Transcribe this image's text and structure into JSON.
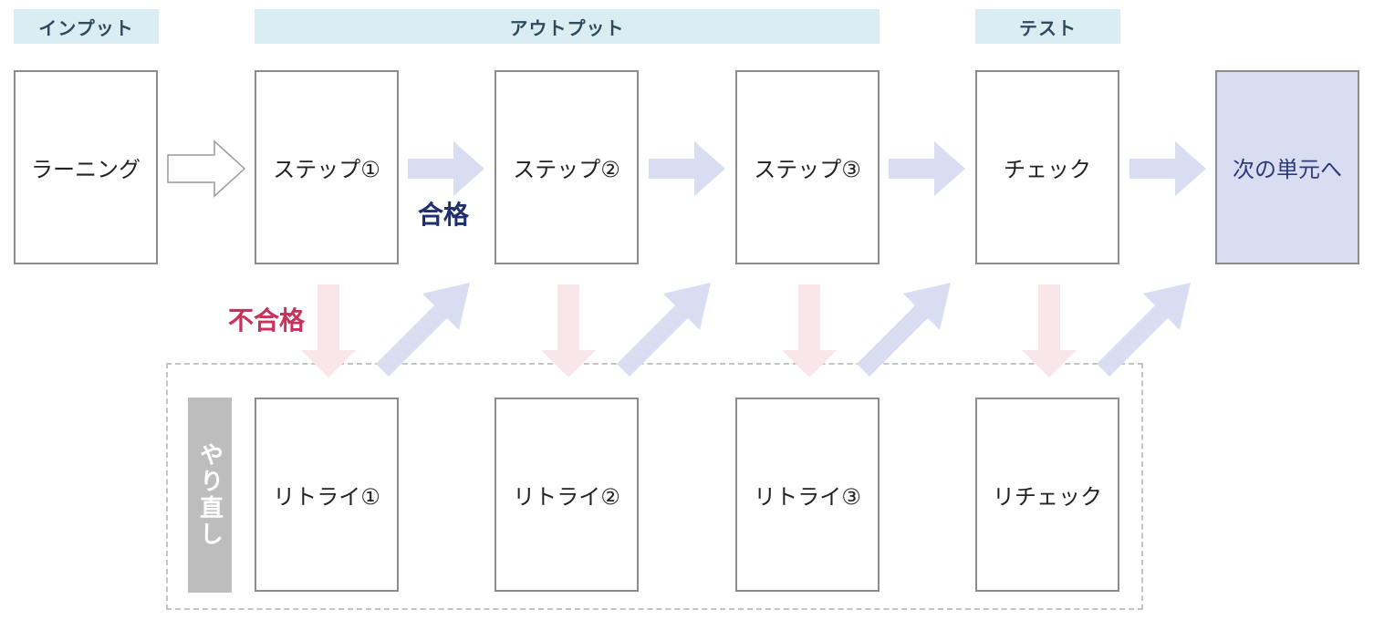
{
  "headers": {
    "input": "インプット",
    "output": "アウトプット",
    "test": "テスト"
  },
  "boxes": {
    "learning": "ラーニング",
    "step1": "ステップ①",
    "step2": "ステップ②",
    "step3": "ステップ③",
    "check": "チェック",
    "next": "次の単元へ",
    "retry1": "リトライ①",
    "retry2": "リトライ②",
    "retry3": "リトライ③",
    "recheck": "リチェック"
  },
  "labels": {
    "pass": "合格",
    "fail": "不合格",
    "redo": "やり直し"
  },
  "colors": {
    "header_band": "#d9edf3",
    "pass_arrow": "#d9ddf1",
    "fail_arrow": "#f8e6ea",
    "pass_text": "#1f2f6e",
    "fail_text": "#c8325a",
    "next_box": "#d9ddf1"
  }
}
